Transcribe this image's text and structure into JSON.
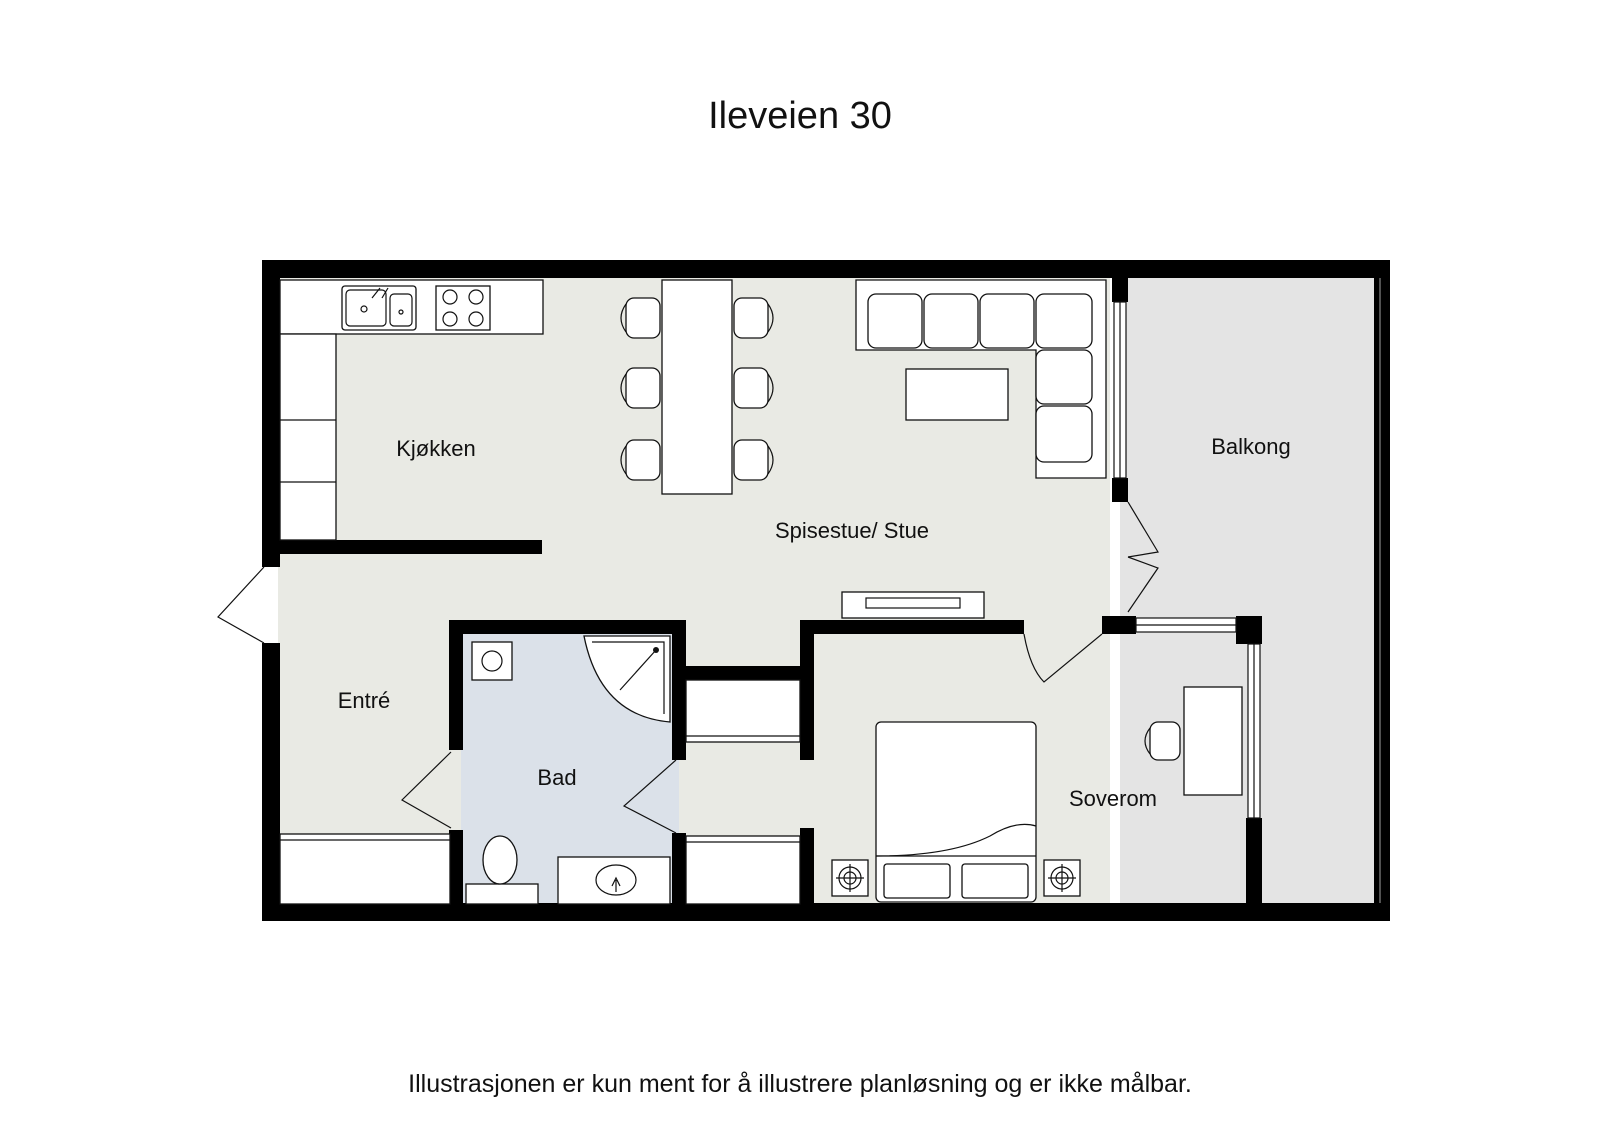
{
  "title": "Ileveien 30",
  "disclaimer": "Illustrasjonen er kun ment for å illustrere planløsning og er ikke målbar.",
  "rooms": {
    "kitchen": "Kjøkken",
    "living": "Spisestue/ Stue",
    "balcony": "Balkong",
    "entrance": "Entré",
    "bathroom": "Bad",
    "bedroom": "Soverom"
  },
  "colors": {
    "wall": "#000000",
    "floor": "#e9eae4",
    "bathroom_floor": "#dbe1e9",
    "balcony_floor": "#e4e4e4",
    "furniture": "#ffffff"
  }
}
